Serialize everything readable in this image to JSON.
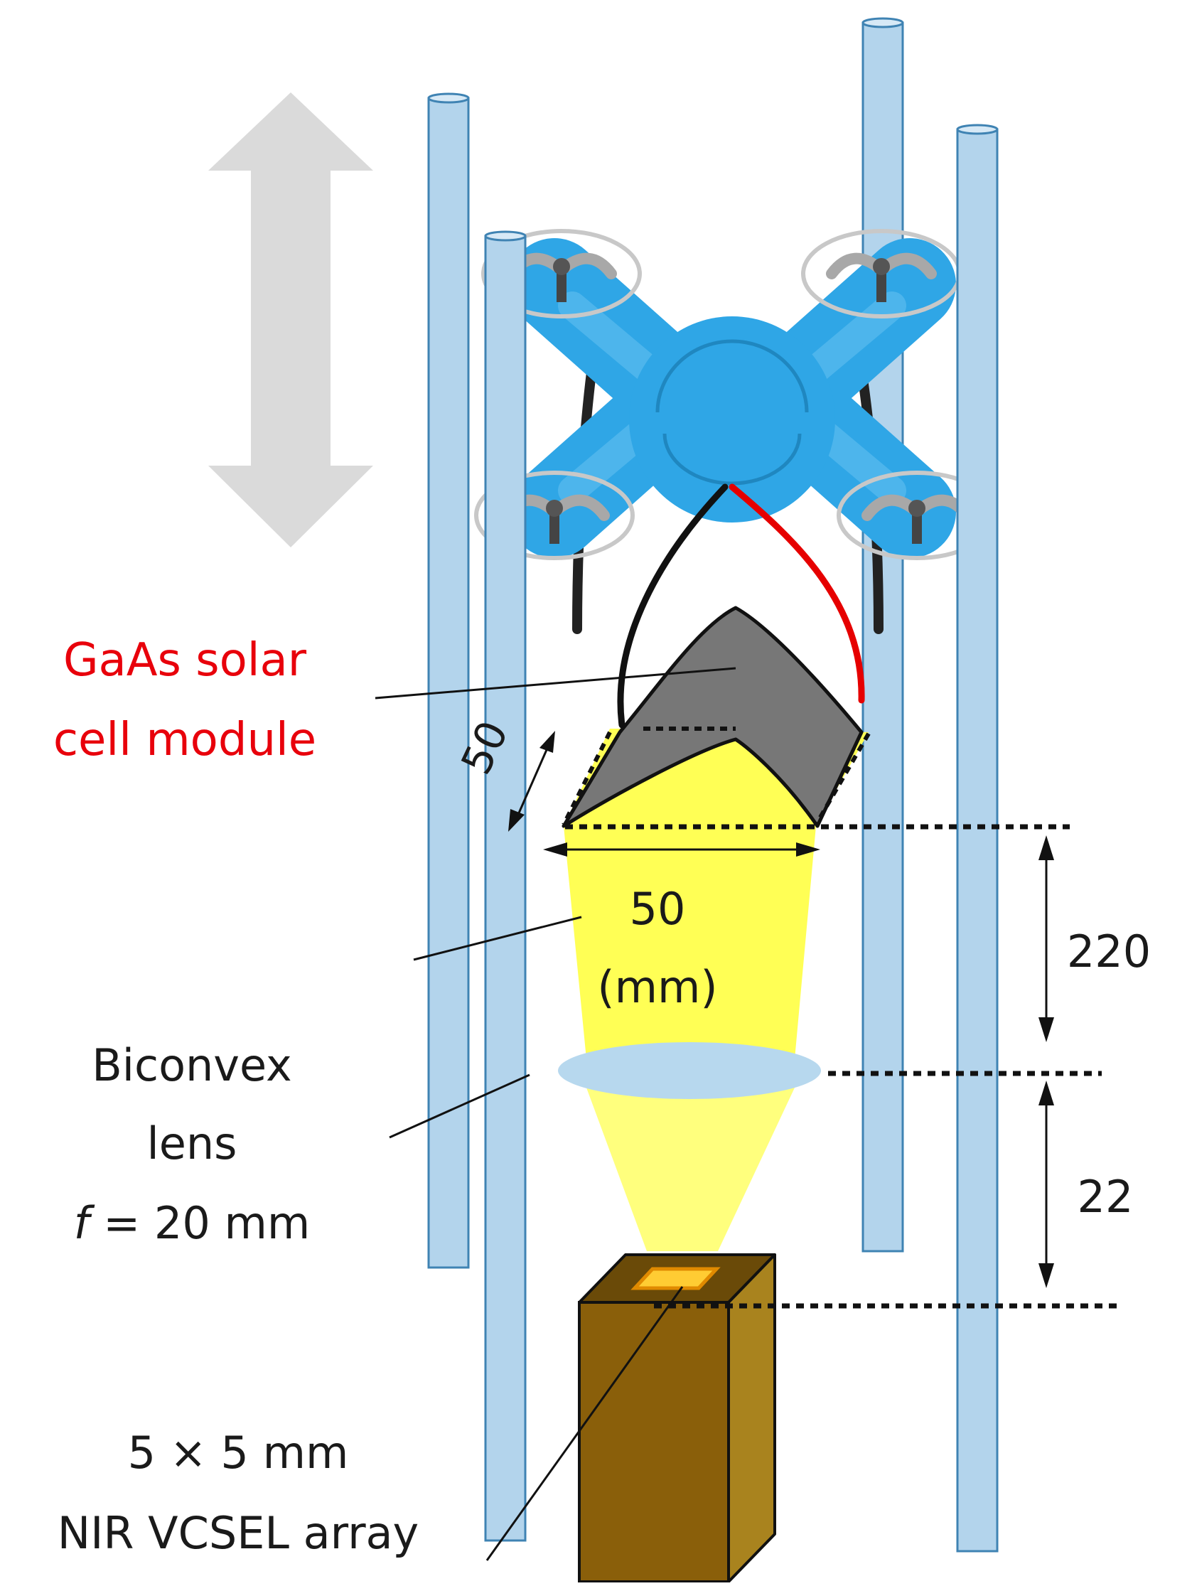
{
  "labels": {
    "solar_cell_line1": "GaAs solar",
    "solar_cell_line2": "cell module",
    "lens_line1": "Biconvex",
    "lens_line2": "lens",
    "lens_focal_f": "f",
    "lens_focal_rest": " = 20 mm",
    "vcsel_line1": "5 × 5 mm",
    "vcsel_line2": "NIR VCSEL array",
    "dim_diag": "50",
    "dim_width": "50",
    "dim_unit": "(mm)",
    "dim_upper": "220",
    "dim_lower": "22"
  },
  "colors": {
    "label_red": "#e8000b",
    "text": "#1a1a1a",
    "rod": "#b3d4ec",
    "rod_stroke": "#3f83b3",
    "beam": "#ffff55",
    "lens": "#b7d8ee",
    "drone": "#2fa6e6",
    "drone_light": "#63bff0",
    "solar_cell": "#777777",
    "box_front": "#8a5f0a",
    "box_side": "#a9831e",
    "box_top": "#6a4a08",
    "arrow_gray": "#dadada",
    "wire_red": "#e60000",
    "wire_black": "#111111"
  },
  "icons": {
    "motion": "vertical-double-arrow-icon",
    "drone": "quadcopter-drone-icon"
  }
}
